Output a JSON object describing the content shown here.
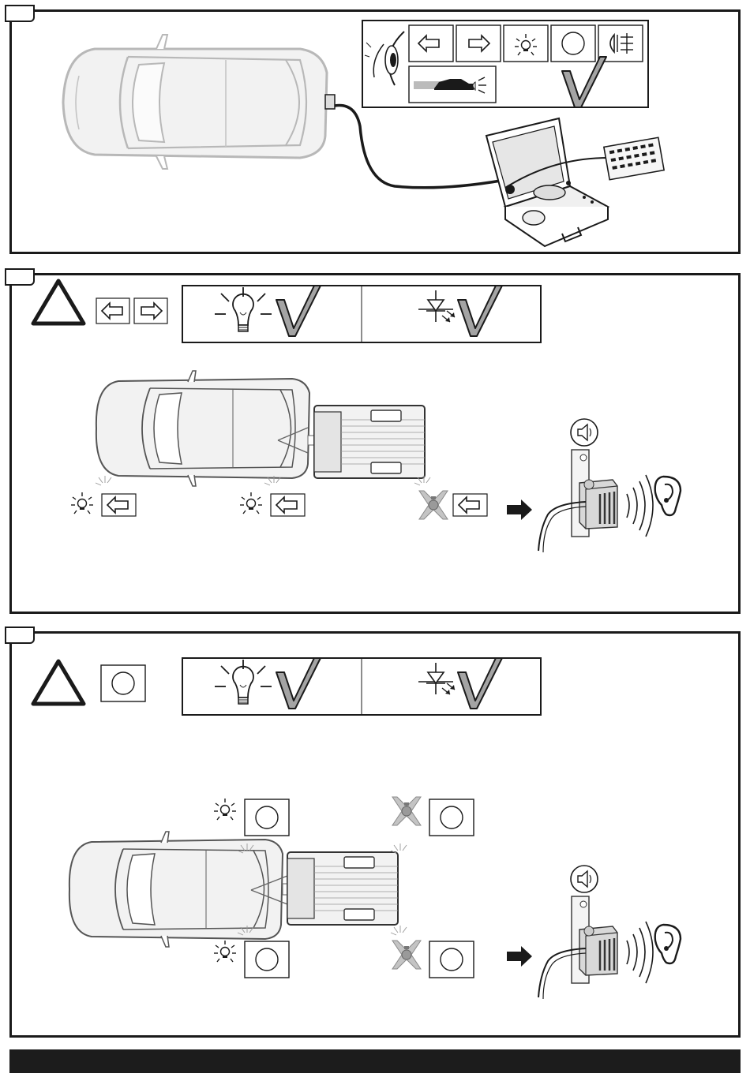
{
  "panels": [
    {
      "id": "step-1",
      "label": ""
    },
    {
      "id": "step-2",
      "label": ""
    },
    {
      "id": "step-3",
      "label": ""
    }
  ],
  "icons": {
    "check_color": "#9a9a9a",
    "line_color": "#1a1a1a",
    "car_fill": "#eeeeee",
    "failed_lamp_color": "#a8a8a8"
  },
  "footer": {
    "color": "#1c1c1c"
  }
}
